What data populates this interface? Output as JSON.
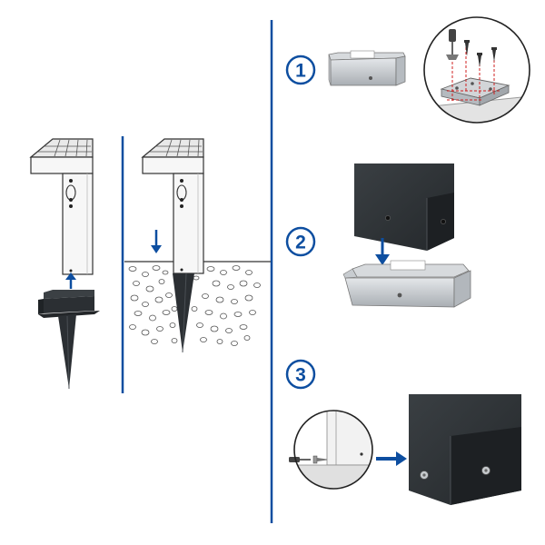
{
  "steps": [
    {
      "number": "1"
    },
    {
      "number": "2"
    },
    {
      "number": "3"
    }
  ],
  "colors": {
    "accent": "#0d4ea0",
    "lamp_body": "#f7f7f7",
    "lamp_outline": "#333333",
    "post_dark": "#2f3336",
    "bracket_metal": "#c9cdd1",
    "spike": "#2b2f33",
    "screw_marks": "#d02020"
  }
}
